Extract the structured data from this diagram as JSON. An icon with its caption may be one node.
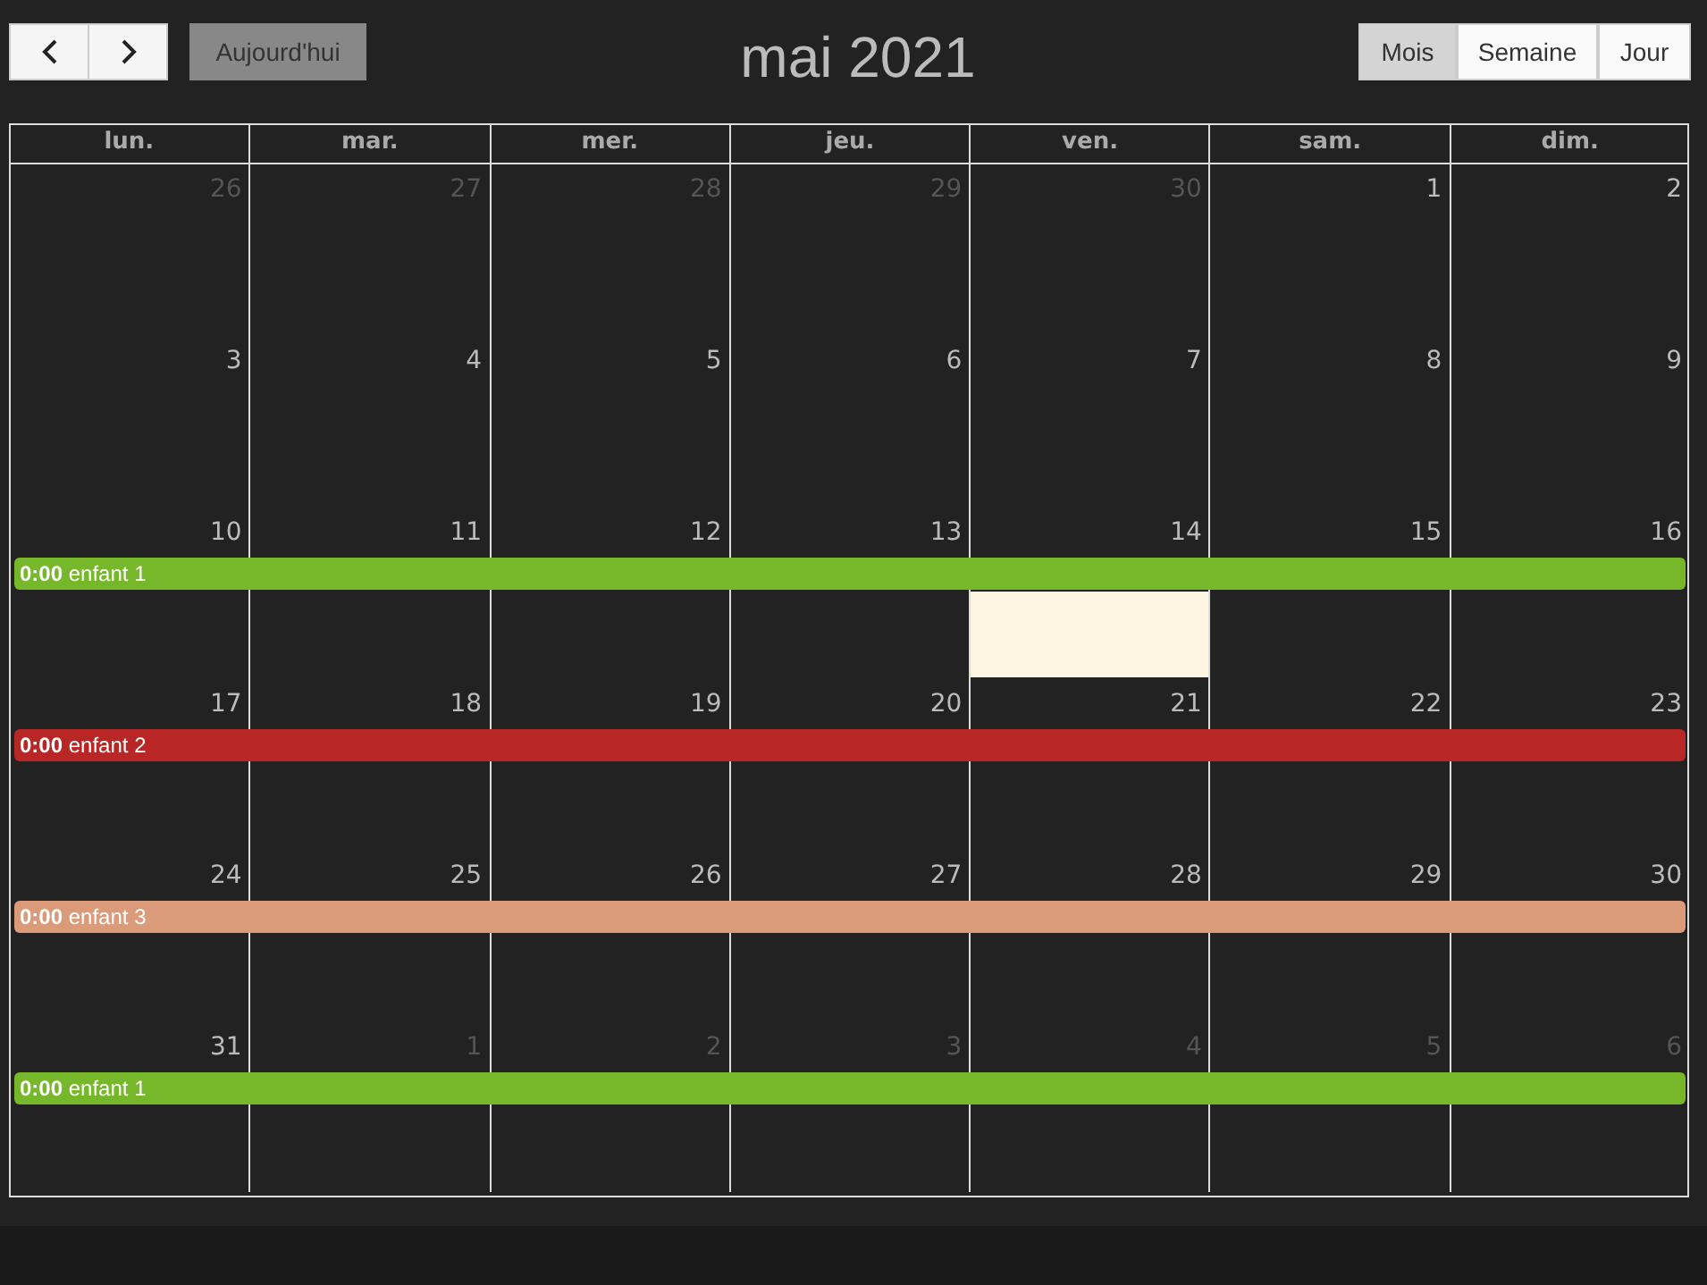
{
  "diagram": {
    "title": "mai 2021",
    "nodes": [
      {
        "text": [
          "Aujourd'hui"
        ]
      },
      {
        "text": [
          "Mois"
        ]
      },
      {
        "text": [
          "Semaine"
        ]
      },
      {
        "text": [
          "Jour"
        ]
      },
      {
        "text": [
          "**0:00** enfant 1"
        ]
      },
      {
        "text": [
          "**0:00** enfant 2"
        ]
      },
      {
        "text": [
          "**0:00** enfant 3"
        ]
      },
      {
        "text": [
          "**0:00** enfant 1"
        ]
      }
    ],
    "labels": [
      "lun.",
      "mar.",
      "mer.",
      "jeu.",
      "ven.",
      "sam.",
      "dim.",
      "26",
      "27",
      "28",
      "29",
      "30",
      "1",
      "2",
      "3",
      "4",
      "5",
      "6",
      "7",
      "8",
      "9",
      "10",
      "11",
      "12",
      "13",
      "14",
      "15",
      "16",
      "17",
      "18",
      "19",
      "20",
      "21",
      "22",
      "23",
      "24",
      "25",
      "26",
      "27",
      "28",
      "29",
      "30",
      "31",
      "1",
      "2",
      "3",
      "4",
      "5",
      "6"
    ]
  }
}
